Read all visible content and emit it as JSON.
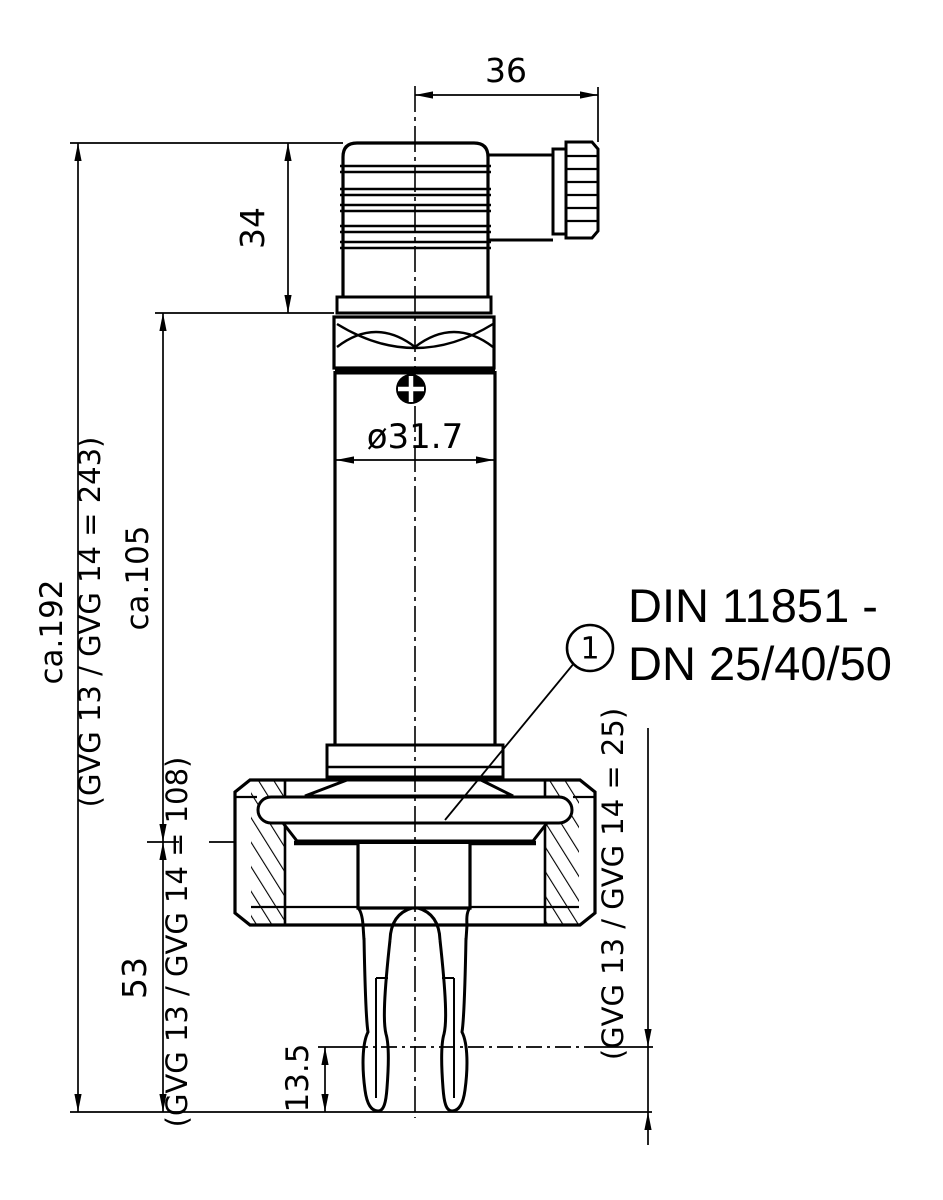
{
  "drawing": {
    "background": "#ffffff",
    "line_color": "#000000",
    "annotation": {
      "callout_number": "1",
      "note_line1": "DIN 11851 -",
      "note_line2": "DN 25/40/50"
    },
    "dimensions": {
      "plug_width": "36",
      "plug_height": "34",
      "housing_diameter": "ø31.7",
      "overall_length": "ca.192",
      "overall_length_variant": "(GVG 13 / GVG 14 = 243)",
      "housing_length": "ca.105",
      "fork_section_length": "53",
      "fork_section_length_variant": "(GVG 13 / GVG 14 = 108)",
      "fork_tip_offset": "13.5",
      "fork_tip_offset_variant": "(GVG 13 / GVG 14 = 25)"
    }
  }
}
